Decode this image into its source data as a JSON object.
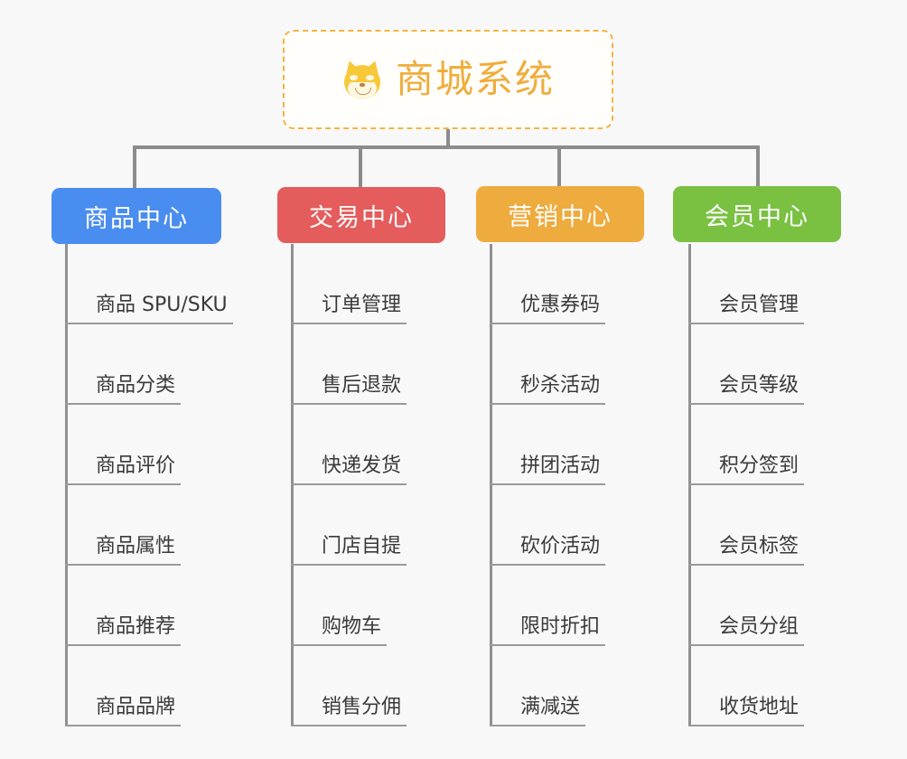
{
  "page": {
    "background_color": "#f8f8f9",
    "title": "商城系统 功能架构图"
  },
  "root": {
    "label": "商城系统",
    "icon": "shiba-dog-emoji",
    "text_color": "#f0ad3c",
    "border_color": "#f5b441",
    "background_color": "#fffefb"
  },
  "connector": {
    "color": "#8c8c8c"
  },
  "branches": [
    {
      "label": "商品中心",
      "color": "#4a8df0",
      "items": [
        "商品 SPU/SKU",
        "商品分类",
        "商品评价",
        "商品属性",
        "商品推荐",
        "商品品牌"
      ]
    },
    {
      "label": "交易中心",
      "color": "#e45c5c",
      "items": [
        "订单管理",
        "售后退款",
        "快递发货",
        "门店自提",
        "购物车",
        "销售分佣"
      ]
    },
    {
      "label": "营销中心",
      "color": "#eeab3e",
      "items": [
        "优惠券码",
        "秒杀活动",
        "拼团活动",
        "砍价活动",
        "限时折扣",
        "满减送"
      ]
    },
    {
      "label": "会员中心",
      "color": "#7ac142",
      "items": [
        "会员管理",
        "会员等级",
        "积分签到",
        "会员标签",
        "会员分组",
        "收货地址"
      ]
    }
  ]
}
